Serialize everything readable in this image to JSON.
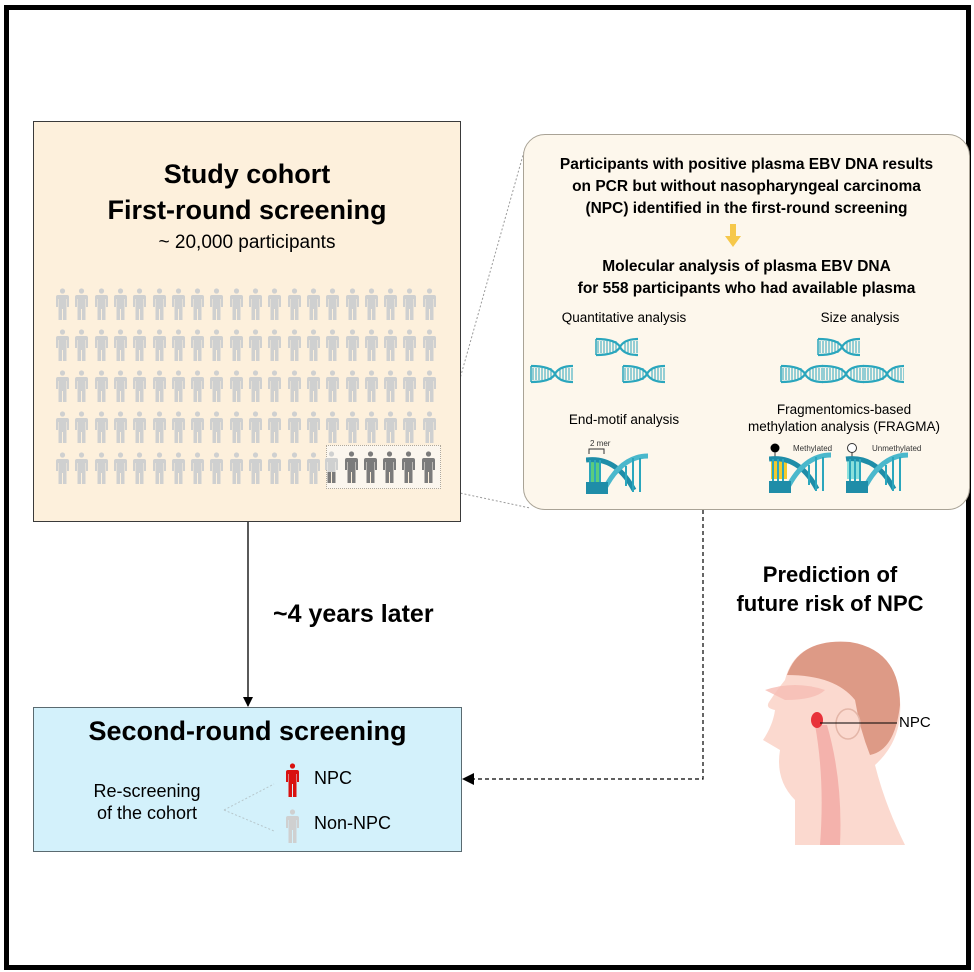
{
  "cohort_box": {
    "title_line1": "Study cohort",
    "title_line2": "First-round screening",
    "subtitle": "~ 20,000 participants",
    "icon_grid": {
      "columns": 20,
      "rows": 5,
      "highlighted_dark_count": 5,
      "partial_count": 1,
      "colors": {
        "light": "#cfd0d0",
        "dark": "#7b7b7b"
      }
    }
  },
  "arrow_label": "~4 years later",
  "callout_panel": {
    "header_line1": "Participants with positive plasma EBV DNA results",
    "header_line2": "on PCR but without nasopharyngeal carcinoma",
    "header_line3": "(NPC) identified in the first-round screening",
    "arrow_color": "#f6c84a",
    "analysis_line1": "Molecular analysis of plasma EBV DNA",
    "analysis_line2": "for 558 participants who had available plasma",
    "methods": [
      {
        "label": "Quantitative analysis",
        "icon": "dna-icon"
      },
      {
        "label": "Size analysis",
        "icon": "dna-icon"
      },
      {
        "label": "End-motif analysis",
        "icon": "dna-end-motif-icon",
        "annotation": "2 mer"
      },
      {
        "label_line1": "Fragmentomics-based",
        "label_line2": "methylation analysis (FRAGMA)",
        "icon": "dna-methylation-icon",
        "annotations": [
          "Methylated",
          "Unmethylated"
        ]
      }
    ],
    "dna_color": "#2aa6bd"
  },
  "second_round_box": {
    "title": "Second-round screening",
    "rescreen_line1": "Re-screening",
    "rescreen_line2": "of the cohort",
    "legend": [
      {
        "label": "NPC",
        "color": "#d9110f"
      },
      {
        "label": "Non-NPC",
        "color": "#cfd0d0"
      }
    ]
  },
  "prediction": {
    "title_line1": "Prediction of",
    "title_line2": "future risk of NPC",
    "tumor_label": "NPC",
    "tumor_color": "#e8323a"
  }
}
